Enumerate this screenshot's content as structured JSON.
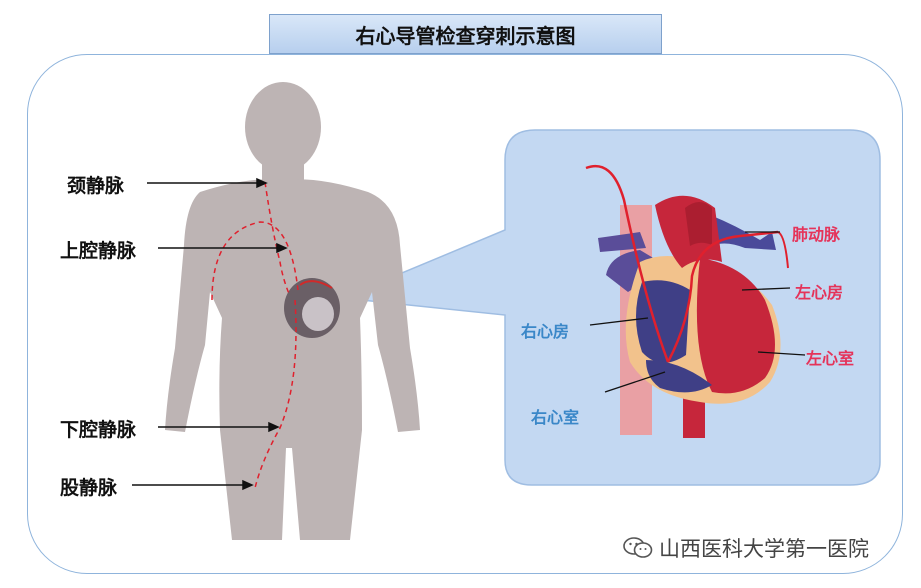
{
  "title": "右心导管检查穿刺示意图",
  "body_labels": {
    "jugular": "颈静脉",
    "svc": "上腔静脉",
    "ivc": "下腔静脉",
    "femoral": "股静脉"
  },
  "heart_labels": {
    "pulmonary_artery": "肺动脉",
    "left_atrium": "左心房",
    "right_atrium": "右心房",
    "left_ventricle": "左心室",
    "right_ventricle": "右心室"
  },
  "watermark": "山西医科大学第一医院",
  "colors": {
    "frame": "#8fb4dc",
    "callout": "#c3d8f2",
    "catheter": "#e0202d",
    "blue_label": "#3a87c8",
    "red_label": "#e5335a"
  },
  "icons": [
    "wechat-icon"
  ]
}
